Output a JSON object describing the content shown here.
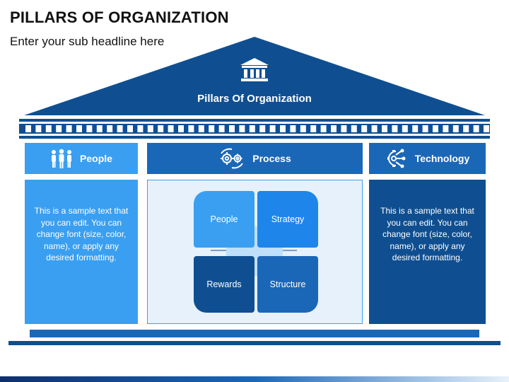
{
  "header": {
    "title": "PILLARS OF ORGANIZATION",
    "subtitle": "Enter your sub headline here"
  },
  "roof": {
    "title": "Pillars Of Organization",
    "icon": "bank-building-icon"
  },
  "columns": [
    {
      "heading": "People",
      "icon": "people-group-icon",
      "text": "This is a sample text that you can edit. You can change font (size, color, name), or apply any desired formatting."
    },
    {
      "heading": "Process",
      "icon": "gears-cycle-icon",
      "quadrants": [
        "People",
        "Strategy",
        "Rewards",
        "Structure"
      ]
    },
    {
      "heading": "Technology",
      "icon": "tech-gear-icon",
      "text": "This is a sample text that you can edit. You can change font (size, color, name), or apply any desired formatting."
    }
  ],
  "colors": {
    "dark_blue": "#0f4f91",
    "mid_blue": "#1b67b7",
    "light_blue": "#3a9ff0",
    "pale_blue": "#e6f1fb"
  }
}
